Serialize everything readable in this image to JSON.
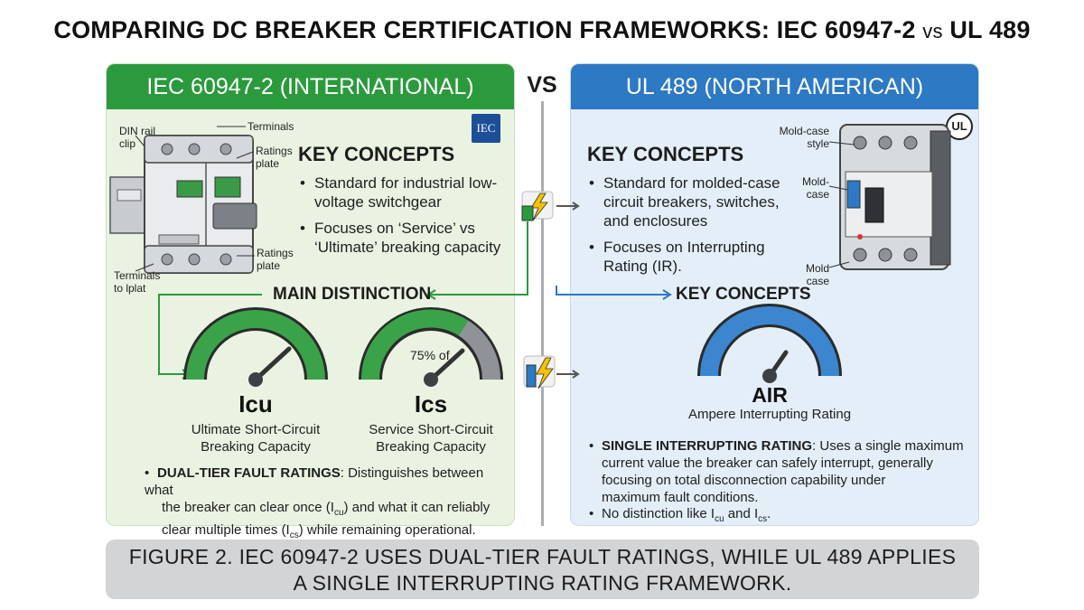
{
  "title": {
    "main": "COMPARING DC BREAKER CERTIFICATION FRAMEWORKS: IEC 60947-2",
    "vs": "vs",
    "tail": "UL 489"
  },
  "vs_label": "VS",
  "left": {
    "header": "IEC 60947-2 (INTERNATIONAL)",
    "badge": "IEC",
    "key_concepts_heading": "KEY CONCEPTS",
    "bullets": [
      "Standard for industrial low-voltage switchgear",
      "Focuses on ‘Service’ vs ‘Ultimate’ breaking capacity"
    ],
    "callouts": {
      "din": "DIN rail clip",
      "terminals_top": "Terminals",
      "ratings_top": "Ratings plate",
      "ratings_bottom": "Ratings plate",
      "terminals_bottom": "Terminals to lplat"
    },
    "main_distinction": "MAIN DISTINCTION",
    "gauge1": {
      "label": "Icu",
      "desc1": "Ultimate Short-Circuit",
      "desc2": "Breaking Capacity"
    },
    "gauge2": {
      "label": "Ics",
      "text": "75% of",
      "desc1": "Service Short-Circuit",
      "desc2": "Breaking Capacity"
    },
    "note": {
      "bold": "DUAL-TIER FAULT RATINGS",
      "line1": ": Distinguishes between what",
      "line2a": "the breaker can clear once (I",
      "sub_cu": "cu",
      "line2b": ") and what it can reliably",
      "line3a": "clear multiple times (I",
      "sub_cs": "cs",
      "line3b": ") while remaining operational."
    }
  },
  "right": {
    "header": "UL 489 (NORTH AMERICAN)",
    "badge": "UL",
    "key_concepts_heading": "KEY CONCEPTS",
    "bullets": [
      "Standard for molded-case circuit breakers, switches, and enclosures",
      "Focuses on Interrupting Rating (IR)."
    ],
    "callouts": {
      "style": "Mold-case style",
      "mid": "Mold-case",
      "bottom": "Mold case"
    },
    "key_concepts_2": "KEY CONCEPTS",
    "gauge": {
      "label": "AIR",
      "desc": "Ampere Interrupting Rating"
    },
    "note": {
      "bold": "SINGLE INTERRUPTING RATING",
      "line1": ": Uses a single maximum",
      "line2": "current value the breaker can safely interrupt, generally",
      "line3": "focusing on total disconnection capability under",
      "line4": "maximum fault conditions."
    },
    "note2": {
      "text_a": "No distinction like I",
      "sub_cu": "cu",
      "text_b": " and I",
      "sub_cs": "cs",
      "text_c": "."
    }
  },
  "caption": {
    "line1": "FIGURE 2. IEC 60947-2 USES DUAL-TIER FAULT RATINGS, WHILE UL 489 APPLIES",
    "line2": "A SINGLE INTERRUPTING RATING FRAMEWORK."
  },
  "colors": {
    "iec_green": "#2b9a3d",
    "ul_blue": "#2d79c4",
    "left_bg": "#eaf3e2",
    "right_bg": "#e3eef8",
    "caption_bg": "#d3d4d6"
  },
  "icons": [
    "breaker-din-icon",
    "breaker-molded-case-icon",
    "lightning-icon",
    "gauge-icon",
    "iec-logo",
    "ul-logo",
    "arrow-icon"
  ]
}
